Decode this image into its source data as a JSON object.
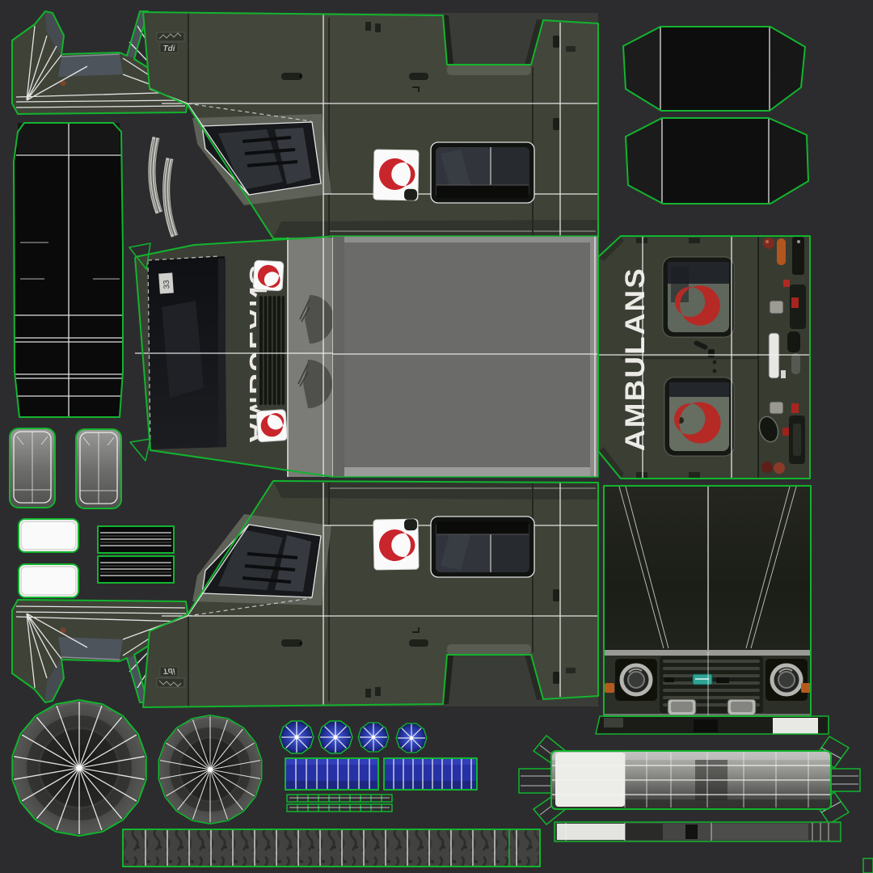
{
  "labels": {
    "hood_text": "AMBULANS",
    "rear_text": "AMBULANS",
    "engine_badge": "Tdi",
    "glass_note": "33"
  },
  "icons": {
    "crescent": "red-crescent-icon",
    "rear_badge": "land-rover-oval-badge"
  },
  "palette": {
    "bg": "#2c2c2e",
    "wire_green": "#12b42e",
    "wire_white": "#f2f2f2",
    "olive": "#3f4237",
    "olive_dark": "#31342b",
    "roof_gray": "#6b6b69",
    "glass_black": "#131417",
    "crescent_red": "#c9252c",
    "decal_white": "#fafafa",
    "rear_glass_green": "#666e61",
    "blue_part": "#3143b6",
    "tire_gray": "#424240",
    "metal_silver": "#b5b5b3",
    "teal_badge": "#2ea393",
    "orange_lamp": "#b55a1e"
  }
}
